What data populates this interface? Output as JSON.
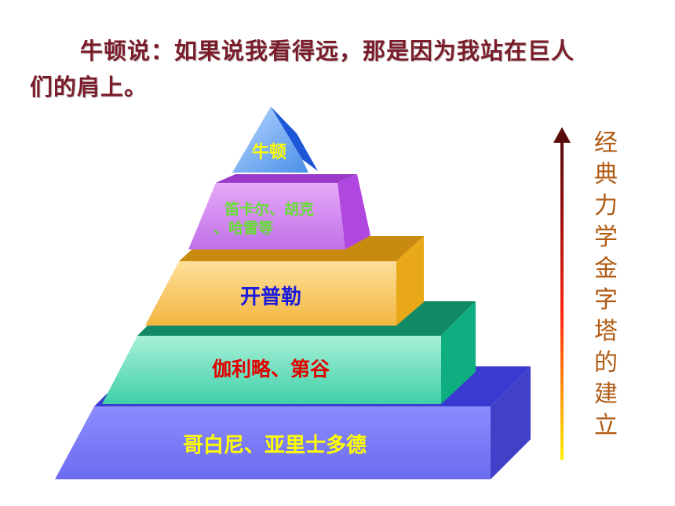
{
  "quote": {
    "line1": "牛顿说：如果说我看得远，那是因为我站在巨人",
    "line2": "们的肩上。"
  },
  "pyramid": {
    "tiers": [
      {
        "label": "牛顿",
        "color": "#ffff00"
      },
      {
        "label": "笛卡尔、胡克、哈雷等",
        "line1": "笛卡尔、胡克",
        "line2": "、哈雷等",
        "color": "#66dd33"
      },
      {
        "label": "开普勒",
        "color": "#1a1adc"
      },
      {
        "label": "伽利略、第谷",
        "color": "#e00000"
      },
      {
        "label": "哥白尼、亚里士多德",
        "color": "#ffff00"
      }
    ]
  },
  "side_title": {
    "chars": [
      "经",
      "典",
      "力",
      "学",
      "金",
      "字",
      "塔",
      "的",
      "建",
      "立"
    ],
    "color": "#b05a12"
  },
  "arrow": {
    "top_color": "#5a0a0a",
    "bottom_color": "#ffee00"
  }
}
